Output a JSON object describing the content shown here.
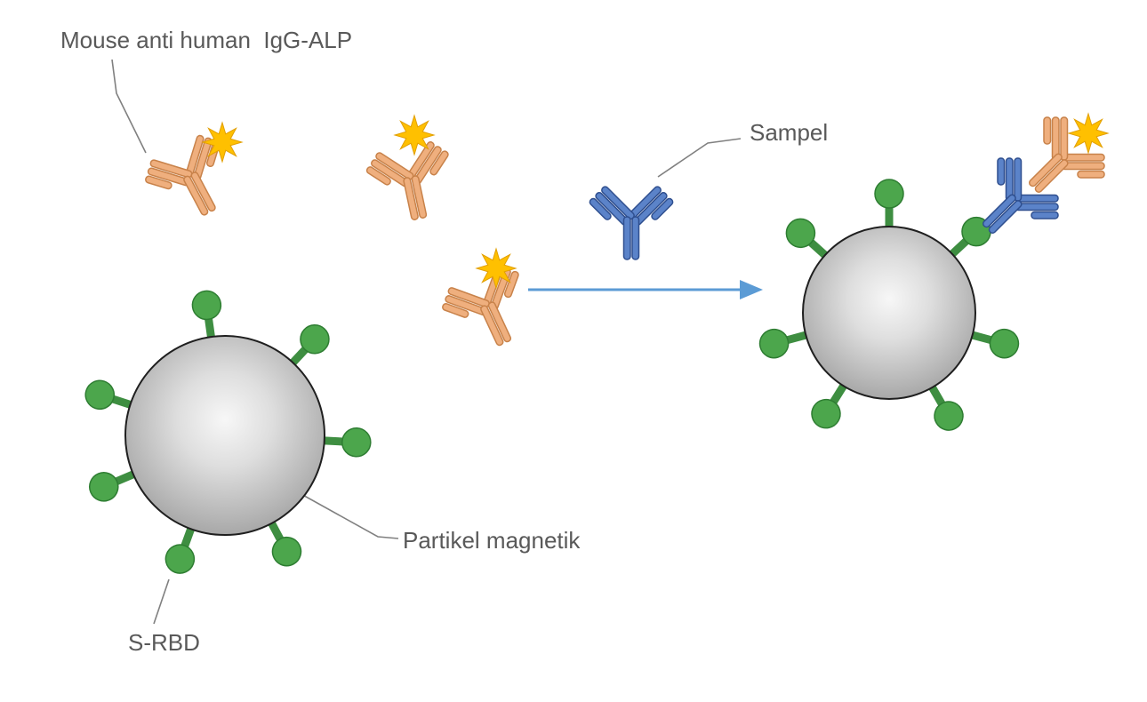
{
  "diagram": {
    "title": "Magnetic particle ELISA assay schematic",
    "labels": {
      "antibody_conjugate": "Mouse anti human  IgG-ALP",
      "sample": "Sampel",
      "magnetic_particle": "Partikel magnetik",
      "srbd": "S-RBD"
    },
    "colors": {
      "label_text": "#595959",
      "callout_line": "#808080",
      "conjugate_antibody_fill": "#EFAF7E",
      "conjugate_antibody_outline": "#C8824A",
      "alp_star_fill": "#FFC000",
      "alp_star_outline": "#E29F00",
      "sample_antibody_fill": "#5B83C9",
      "sample_antibody_outline": "#2F4F8F",
      "srbd_fill": "#4CA64C",
      "srbd_outline": "#2E7D32",
      "srbd_stem": "#3E8E41",
      "particle_edge": "#1F1F1F",
      "arrow_blue": "#5B9BD5"
    }
  }
}
